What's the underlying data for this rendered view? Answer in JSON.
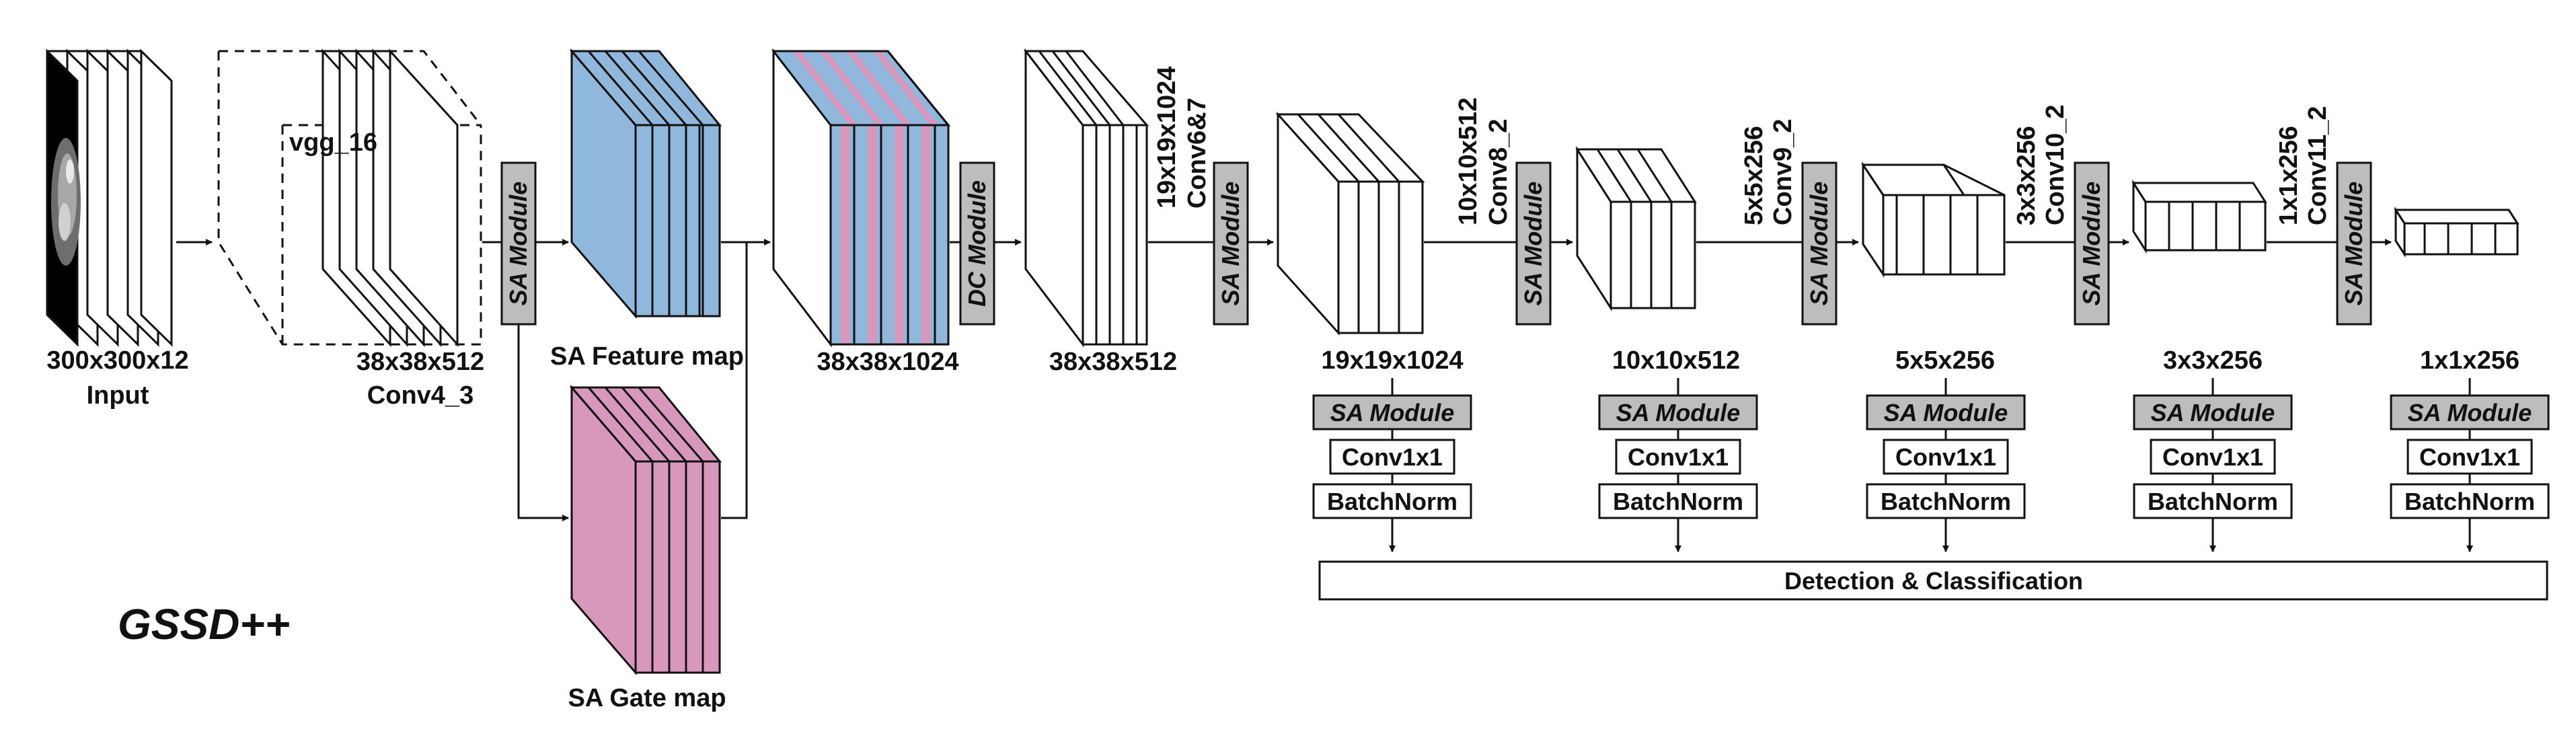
{
  "title": "GSSD++",
  "colors": {
    "feature_blue": "#8fb8dc",
    "gate_pink": "#d898bc",
    "module_gray": "#bdbdbd",
    "line": "#111111"
  },
  "input": {
    "size": "300x300x12",
    "name": "Input",
    "icon": "ct-slice-image"
  },
  "backbone": {
    "name": "vgg_16",
    "size": "38x38x512",
    "layer": "Conv4_3"
  },
  "sa_feature_map": {
    "label": "SA Feature map"
  },
  "sa_gate_map": {
    "label": "SA Gate map"
  },
  "concat": {
    "size": "38x38x1024"
  },
  "dc_out": {
    "size": "38x38x512"
  },
  "modules": {
    "sa": "SA Module",
    "dc": "DC Module"
  },
  "stages": [
    {
      "arrow_size": "19x19x1024",
      "arrow_layer": "Conv6&7",
      "size": "19x19x1024"
    },
    {
      "arrow_size": "10x10x512",
      "arrow_layer": "Conv8_2",
      "size": "10x10x512"
    },
    {
      "arrow_size": "5x5x256",
      "arrow_layer": "Conv9_2",
      "size": "5x5x256"
    },
    {
      "arrow_size": "3x3x256",
      "arrow_layer": "Conv10_2",
      "size": "3x3x256"
    },
    {
      "arrow_size": "1x1x256",
      "arrow_layer": "Conv11_2",
      "size": "1x1x256"
    }
  ],
  "head": {
    "sa_module": "SA Module",
    "conv": "Conv1x1",
    "norm": "BatchNorm"
  },
  "detection": "Detection & Classification"
}
